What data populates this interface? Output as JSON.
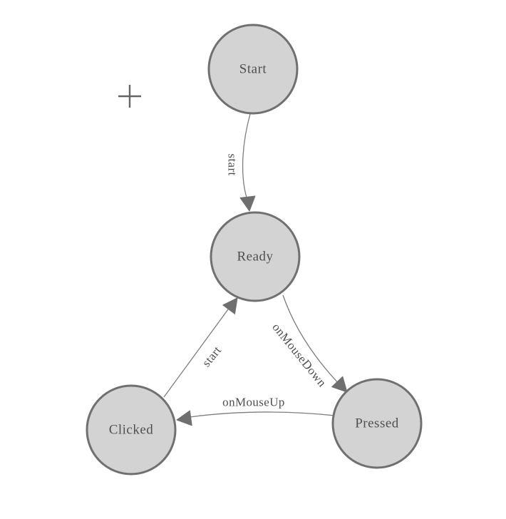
{
  "diagram": {
    "type": "state-machine",
    "background": "#ffffff",
    "palette": {
      "node_fill": "#d3d3d3",
      "node_border": "#707070",
      "edge_line": "#7d7d7d",
      "arrow_fill": "#6f6f6f",
      "label_color": "#4f4f4f",
      "crosshair_color": "#666666"
    },
    "nodes": [
      {
        "id": "start",
        "label": "Start"
      },
      {
        "id": "ready",
        "label": "Ready"
      },
      {
        "id": "clicked",
        "label": "Clicked"
      },
      {
        "id": "pressed",
        "label": "Pressed"
      }
    ],
    "edges": [
      {
        "from": "Start",
        "to": "Ready",
        "label": "start"
      },
      {
        "from": "Ready",
        "to": "Pressed",
        "label": "onMouseDown"
      },
      {
        "from": "Pressed",
        "to": "Clicked",
        "label": "onMouseUp"
      },
      {
        "from": "Clicked",
        "to": "Ready",
        "label": "start"
      }
    ],
    "crosshair": {
      "symbol": "+"
    }
  }
}
